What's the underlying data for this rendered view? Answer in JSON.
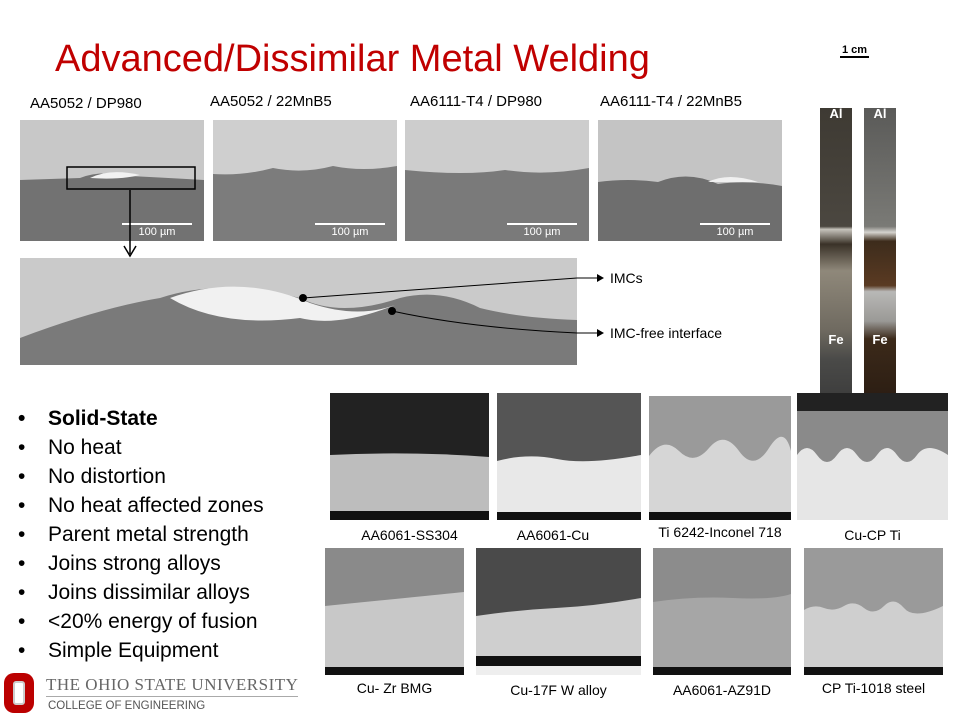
{
  "title": "Advanced/Dissimilar Metal Welding",
  "top_labels": [
    "AA5052 / DP980",
    "AA5052 / 22MnB5",
    "AA6111-T4 / DP980",
    "AA6111-T4 / 22MnB5"
  ],
  "scale_label": "100 µm",
  "callouts": {
    "imcs": "IMCs",
    "imc_free": "IMC-free interface"
  },
  "strip_photo": {
    "scale": "1 cm",
    "top": "Al",
    "bottom": "Fe"
  },
  "bullets": [
    "Solid-State",
    "No heat",
    "No distortion",
    "No heat affected zones",
    "Parent metal strength",
    "Joins strong alloys",
    "Joins dissimilar  alloys",
    "<20% energy of fusion",
    "Simple Equipment"
  ],
  "captions_row1": [
    "AA6061-SS304",
    "AA6061-Cu",
    "Ti 6242-Inconel 718",
    "Cu-CP Ti"
  ],
  "captions_row2": [
    "Cu- Zr BMG",
    "Cu-17F W alloy",
    "AA6061-AZ91D",
    "CP Ti-1018 steel"
  ],
  "logo": {
    "university": "THE OHIO STATE UNIVERSITY",
    "college": "COLLEGE OF ENGINEERING"
  },
  "colors": {
    "title": "#c00000",
    "osu_red": "#bb0000"
  }
}
